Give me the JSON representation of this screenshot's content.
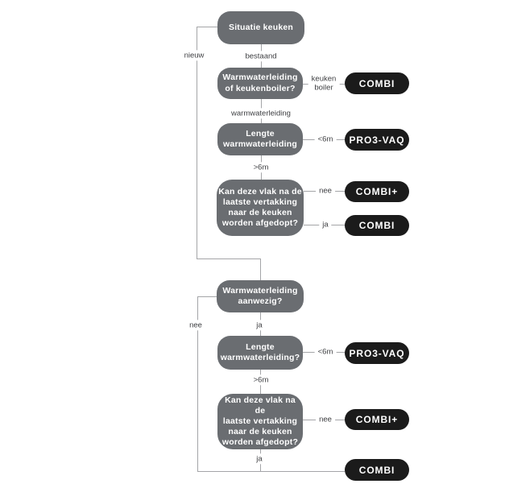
{
  "colors": {
    "background": "#ffffff",
    "box_gray": "#6a6d71",
    "pill_black": "#1b1b1b",
    "line_gray": "#a4a5a8",
    "label_text": "#3e3f42",
    "box_text": "#ffffff"
  },
  "flow": {
    "boxes": {
      "situatie": {
        "label": "Situatie keuken"
      },
      "warmwater_of_boiler": {
        "label": "Warmwaterleiding\nof keukenboiler?"
      },
      "lengte1": {
        "label": "Lengte\nwarmwaterleiding"
      },
      "afdop1": {
        "label": "Kan deze vlak na de\nlaatste vertakking\nnaar de keuken\nworden afgedopt?"
      },
      "aanwezig": {
        "label": "Warmwaterleiding\naanwezig?"
      },
      "lengte2": {
        "label": "Lengte\nwarmwaterleiding?"
      },
      "afdop2": {
        "label": "Kan deze vlak na de\nlaatste vertakking\nnaar de keuken\nworden afgedopt?"
      }
    },
    "pills": {
      "combi1": {
        "label": "COMBI"
      },
      "pro3vaq1": {
        "label": "PRO3-VAQ"
      },
      "combiplus1": {
        "label": "COMBI+"
      },
      "combi2": {
        "label": "COMBI"
      },
      "pro3vaq2": {
        "label": "PRO3-VAQ"
      },
      "combiplus2": {
        "label": "COMBI+"
      },
      "combi3": {
        "label": "COMBI"
      }
    },
    "edge_labels": {
      "nieuw": "nieuw",
      "bestaand": "bestaand",
      "keuken_boiler": "keuken\nboiler",
      "warmwaterleiding": "warmwaterleiding",
      "lt6m_1": "<6m",
      "gt6m_1": ">6m",
      "nee_1": "nee",
      "ja_1": "ja",
      "nee_2": "nee",
      "ja_2": "ja",
      "lt6m_2": "<6m",
      "gt6m_2": ">6m",
      "nee_3": "nee",
      "ja_3": "ja"
    }
  }
}
